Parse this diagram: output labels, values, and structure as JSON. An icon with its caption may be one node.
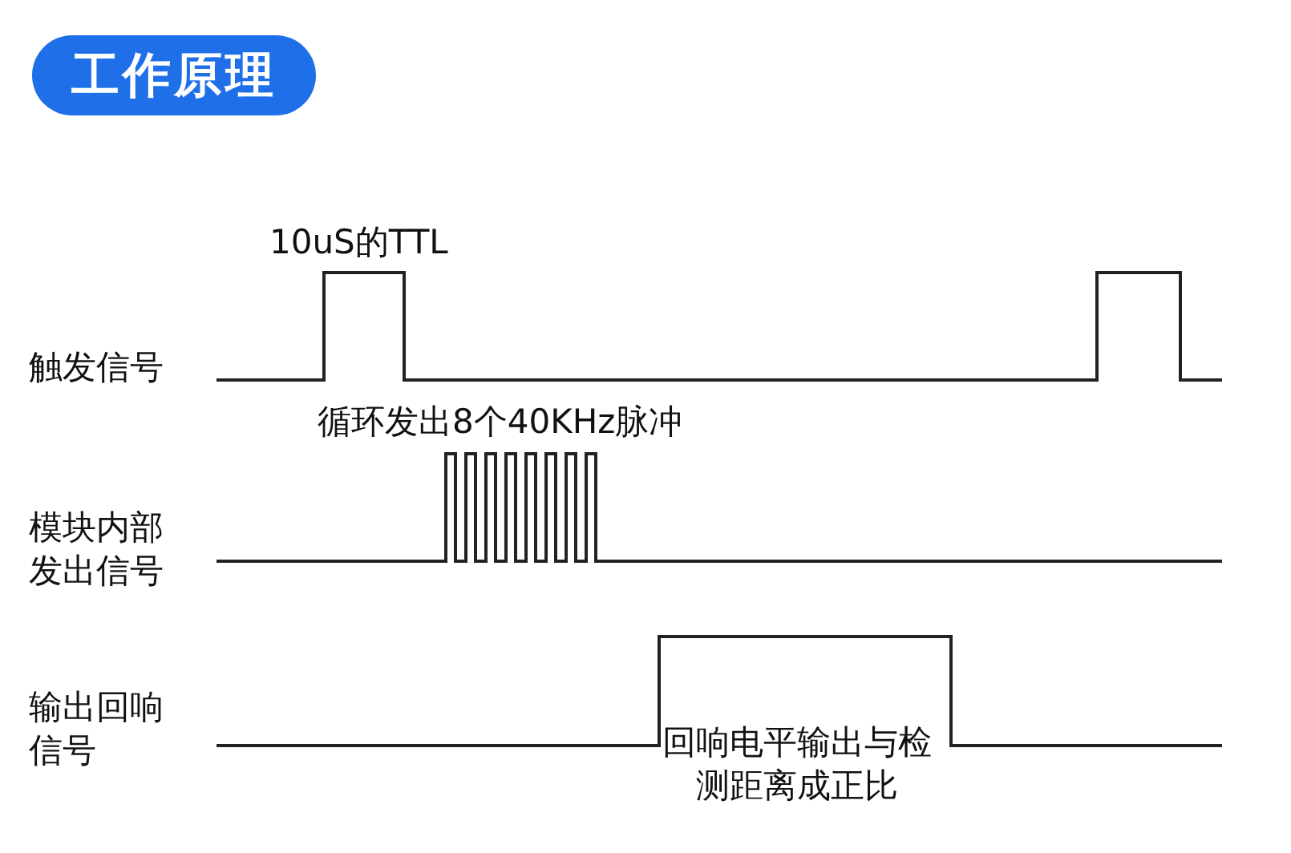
{
  "diagram": {
    "title": "工作原理",
    "labels": [
      "10uS的TTL",
      "触发信号",
      "循环发出8个40KHz脉冲",
      "模块内部发出信号",
      "输出回响信号",
      "回响电平输出与检测距离成正比"
    ]
  }
}
